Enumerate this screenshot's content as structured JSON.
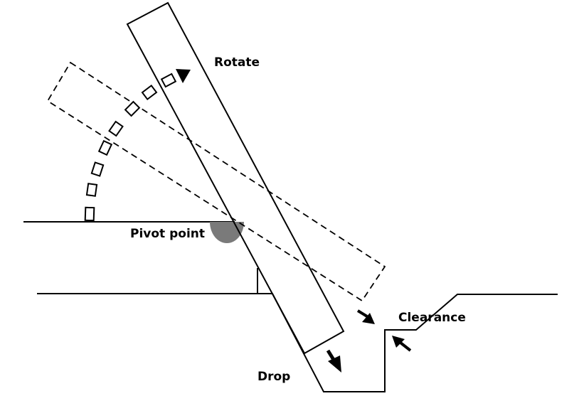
{
  "diagram": {
    "labels": {
      "rotate": "Rotate",
      "pivot_point": "Pivot point",
      "clearance": "Clearance",
      "drop": "Drop"
    },
    "colors": {
      "line": "#000000",
      "pivot_fill": "#7a7a7a",
      "background": "#ffffff"
    }
  }
}
